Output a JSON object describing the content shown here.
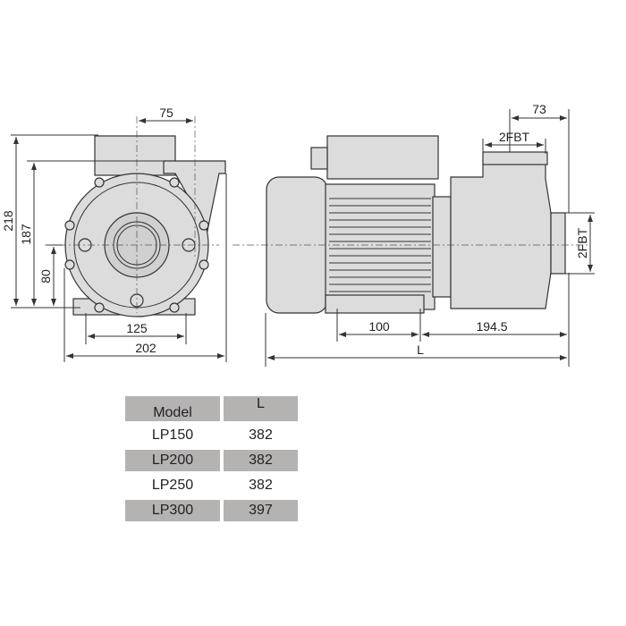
{
  "dimensions": {
    "front": {
      "d75": "75",
      "d218": "218",
      "d187": "187",
      "d80": "80",
      "d125": "125",
      "d202": "202"
    },
    "side": {
      "d73": "73",
      "d2fbt_top": "2FBT",
      "d2fbt_side": "2FBT",
      "d100": "100",
      "d194_5": "194.5",
      "dL": "L"
    }
  },
  "table": {
    "headers": [
      "Model",
      "L"
    ],
    "rows": [
      {
        "model": "LP150",
        "l": "382"
      },
      {
        "model": "LP200",
        "l": "382"
      },
      {
        "model": "LP250",
        "l": "382"
      },
      {
        "model": "LP300",
        "l": "397"
      }
    ]
  }
}
